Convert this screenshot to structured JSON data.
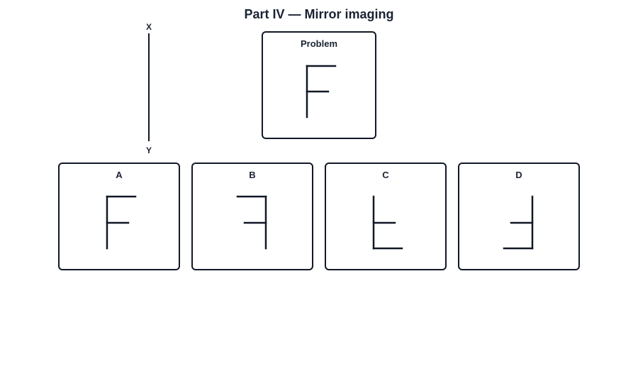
{
  "title": "Part IV — Mirror imaging",
  "mirror": {
    "top_label": "X",
    "bottom_label": "Y"
  },
  "problem": {
    "label": "Problem",
    "figure": "F-upright"
  },
  "options": [
    {
      "label": "A",
      "figure": "F-upright"
    },
    {
      "label": "B",
      "figure": "F-mirrored-horizontally"
    },
    {
      "label": "C",
      "figure": "F-mirrored-vertically"
    },
    {
      "label": "D",
      "figure": "F-rotated-180"
    }
  ],
  "colors": {
    "stroke": "#111827",
    "text": "#1a2233",
    "background": "#ffffff"
  }
}
